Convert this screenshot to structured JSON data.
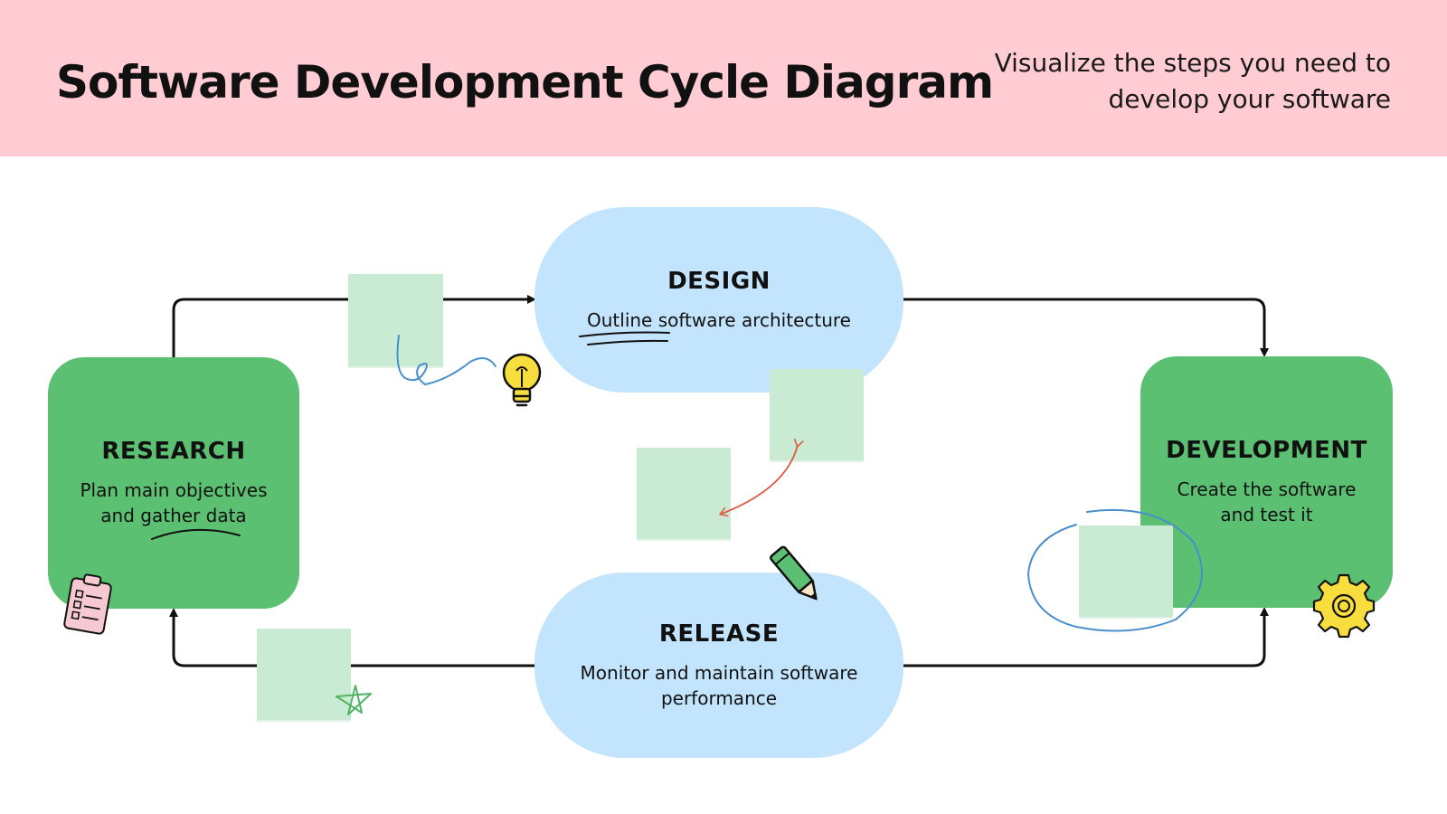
{
  "header": {
    "title": "Software Development Cycle Diagram",
    "subtitle": "Visualize the steps you need to develop your software"
  },
  "nodes": {
    "design": {
      "label": "DESIGN",
      "description": "Outline software architecture"
    },
    "development": {
      "label": "DEVELOPMENT",
      "description": "Create the software and test it"
    },
    "release": {
      "label": "RELEASE",
      "description": "Monitor and maintain software performance"
    },
    "research": {
      "label": "RESEARCH",
      "description": "Plan main objectives and gather data"
    }
  },
  "icons": [
    "lightbulb-icon",
    "clipboard-icon",
    "pencil-icon",
    "gear-icon",
    "star-doodle-icon"
  ],
  "colors": {
    "header_bg": "#ffccd4",
    "green_node": "#5cc072",
    "blue_node": "#c2e4fc",
    "sticky_note": "#c9ebd3",
    "arrow": "#111111",
    "doodle_blue": "#4a8fcb",
    "doodle_red": "#e05a3f"
  }
}
